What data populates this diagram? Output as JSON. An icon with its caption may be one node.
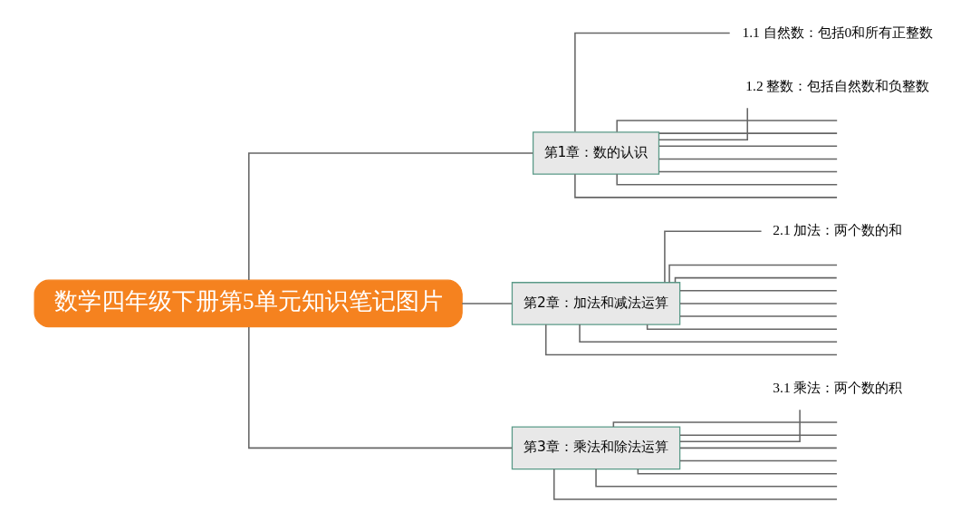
{
  "diagram": {
    "nodes": [
      {
        "text": [
          "数学四年级下册第5单元知识笔记图片"
        ]
      },
      {
        "text": [
          "第1章：数的认识"
        ]
      },
      {
        "text": [
          "第2章：加法和减法运算"
        ]
      },
      {
        "text": [
          "第3章：乘法和除法运算"
        ]
      },
      {
        "text": [
          "1.1 自然数：包括0和所有正整数"
        ]
      },
      {
        "text": [
          "1.2 整数：包括自然数和负整数"
        ]
      },
      {
        "text": [
          "2.1 加法：两个数的和"
        ]
      },
      {
        "text": [
          "3.1 乘法：两个数的积"
        ]
      }
    ],
    "edges": [
      {
        "from": 0,
        "to": 1,
        "arrow": "none"
      },
      {
        "from": 0,
        "to": 2,
        "arrow": "none"
      },
      {
        "from": 0,
        "to": 3,
        "arrow": "none"
      },
      {
        "from": 1,
        "to": null,
        "arrow": "none"
      },
      {
        "from": 1,
        "to": null,
        "arrow": "none"
      },
      {
        "from": 1,
        "to": 4,
        "arrow": "none"
      },
      {
        "from": 1,
        "to": null,
        "arrow": "none"
      },
      {
        "from": 1,
        "to": 5,
        "arrow": "none"
      },
      {
        "from": 1,
        "to": null,
        "arrow": "none"
      },
      {
        "from": 1,
        "to": null,
        "arrow": "none"
      },
      {
        "from": 1,
        "to": null,
        "arrow": "none"
      },
      {
        "from": 1,
        "to": null,
        "arrow": "none"
      },
      {
        "from": 2,
        "to": null,
        "arrow": "none"
      },
      {
        "from": 2,
        "to": null,
        "arrow": "none"
      },
      {
        "from": 2,
        "to": 6,
        "arrow": "none"
      },
      {
        "from": 2,
        "to": null,
        "arrow": "none"
      },
      {
        "from": 2,
        "to": null,
        "arrow": "none"
      },
      {
        "from": 2,
        "to": null,
        "arrow": "none"
      },
      {
        "from": 2,
        "to": null,
        "arrow": "none"
      },
      {
        "from": 2,
        "to": null,
        "arrow": "none"
      },
      {
        "from": 2,
        "to": null,
        "arrow": "none"
      },
      {
        "from": 3,
        "to": null,
        "arrow": "none"
      },
      {
        "from": 3,
        "to": null,
        "arrow": "none"
      },
      {
        "from": 3,
        "to": 7,
        "arrow": "none"
      },
      {
        "from": 3,
        "to": null,
        "arrow": "none"
      },
      {
        "from": 3,
        "to": null,
        "arrow": "none"
      },
      {
        "from": 3,
        "to": null,
        "arrow": "none"
      },
      {
        "from": 3,
        "to": null,
        "arrow": "none"
      },
      {
        "from": 3,
        "to": null,
        "arrow": "none"
      }
    ]
  }
}
